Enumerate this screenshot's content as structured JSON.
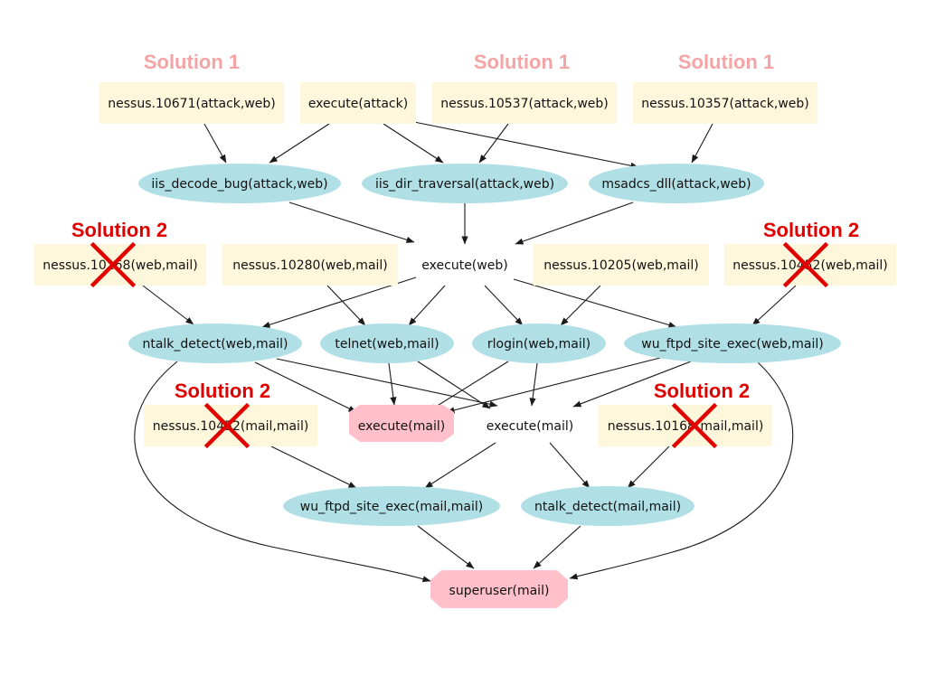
{
  "colors": {
    "fact_fill": "#fff7dc",
    "derived_fill": "#b0e0e6",
    "goal_fill": "#ffc0cb",
    "solution1": "#f4a4a4",
    "solution2": "#e00000",
    "cross": "#e00000",
    "edge": "#1a1a1a"
  },
  "solution_labels": {
    "sol1_a": "Solution 1",
    "sol1_b": "Solution 1",
    "sol1_c": "Solution 1",
    "sol2_a": "Solution 2",
    "sol2_b": "Solution 2",
    "sol2_c": "Solution 2",
    "sol2_d": "Solution 2"
  },
  "nodes": {
    "n10671": "nessus.10671(attack,web)",
    "exec_attack": "execute(attack)",
    "n10537": "nessus.10537(attack,web)",
    "n10357": "nessus.10357(attack,web)",
    "iis_decode": "iis_decode_bug(attack,web)",
    "iis_dir": "iis_dir_traversal(attack,web)",
    "msadcs": "msadcs_dll(attack,web)",
    "n10168": "nessus.10168(web,mail)",
    "n10280": "nessus.10280(web,mail)",
    "exec_web": "execute(web)",
    "n10205": "nessus.10205(web,mail)",
    "n10452w": "nessus.10452(web,mail)",
    "ntalk_wm": "ntalk_detect(web,mail)",
    "telnet_wm": "telnet(web,mail)",
    "rlogin_wm": "rlogin(web,mail)",
    "wuftp_wm": "wu_ftpd_site_exec(web,mail)",
    "n10452m": "nessus.10452(mail,mail)",
    "exec_mail_goal": "execute(mail)",
    "exec_mail": "execute(mail)",
    "n10168m": "nessus.10168(mail,mail)",
    "wuftp_mm": "wu_ftpd_site_exec(mail,mail)",
    "ntalk_mm": "ntalk_detect(mail,mail)",
    "superuser": "superuser(mail)"
  }
}
